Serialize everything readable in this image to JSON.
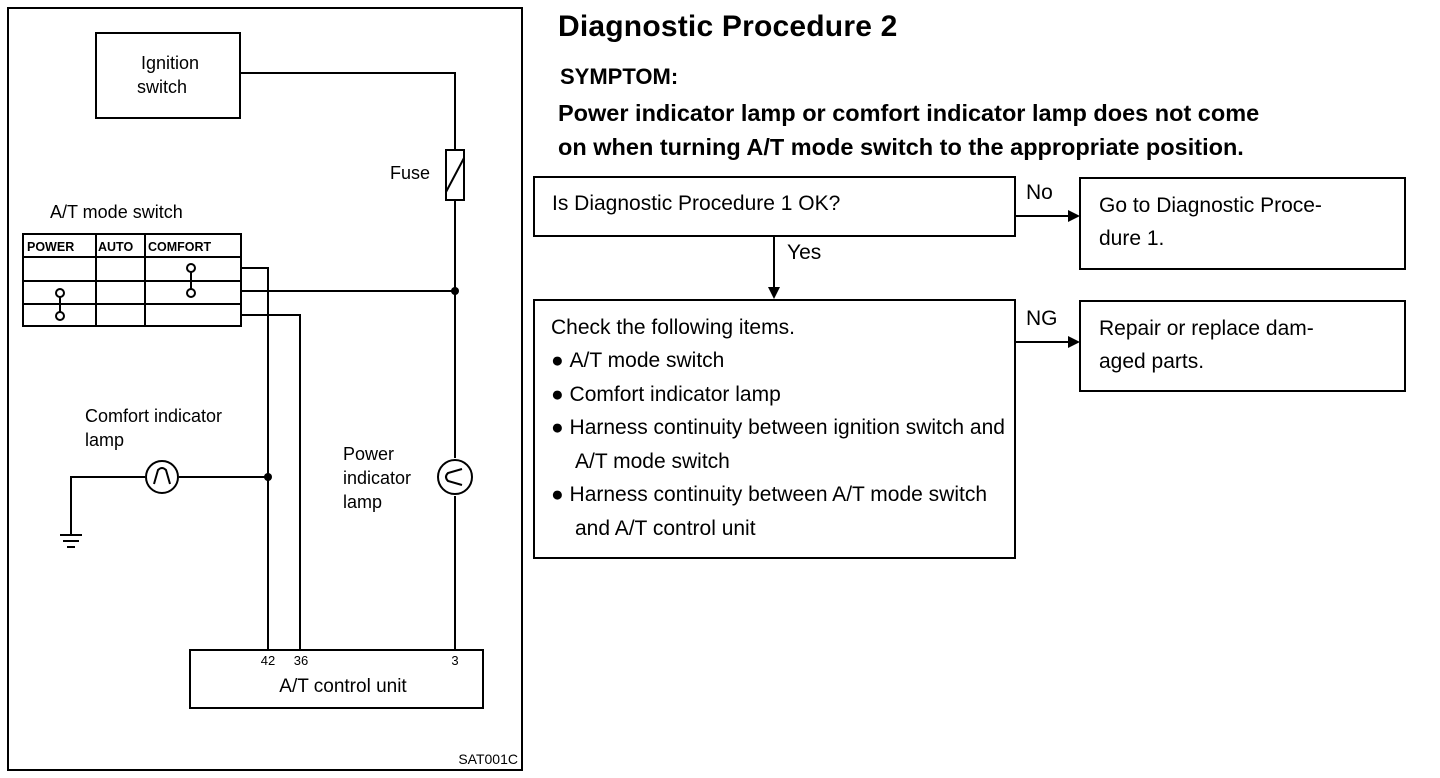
{
  "diagram": {
    "ignition_switch": [
      "Ignition",
      "switch"
    ],
    "fuse": "Fuse",
    "at_mode_switch": "A/T mode switch",
    "switch_columns": [
      "POWER",
      "AUTO",
      "COMFORT"
    ],
    "comfort_lamp": [
      "Comfort indicator",
      "lamp"
    ],
    "power_lamp": [
      "Power",
      "indicator",
      "lamp"
    ],
    "control_unit": "A/T control unit",
    "terminals": [
      "42",
      "36",
      "3"
    ],
    "figure_code": "SAT001C"
  },
  "procedure": {
    "title": "Diagnostic Procedure 2",
    "symptom_heading": "SYMPTOM:",
    "symptom_lines": [
      "Power indicator lamp or comfort indicator lamp does not come",
      "on when turning A/T mode switch to the appropriate position."
    ],
    "step1": {
      "question": "Is Diagnostic Procedure 1 OK?",
      "no_label": "No",
      "no_result": [
        "Go to Diagnostic Proce-",
        "dure 1."
      ],
      "yes_label": "Yes"
    },
    "step2": {
      "heading": "Check the following items.",
      "items": [
        "A/T mode switch",
        "Comfort indicator lamp",
        "Harness continuity between ignition switch and A/T mode switch",
        "Harness continuity between A/T mode switch and A/T control unit"
      ],
      "ng_label": "NG",
      "ng_result": [
        "Repair or replace dam-",
        "aged parts."
      ]
    }
  }
}
